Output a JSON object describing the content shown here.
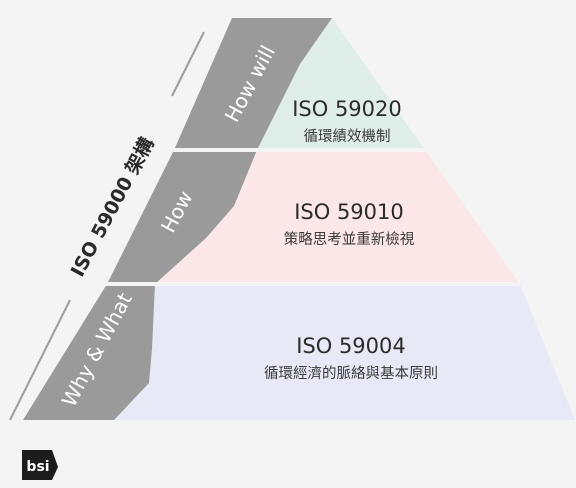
{
  "framework_label": "ISO 59000 架構",
  "tiers": [
    {
      "title": "ISO 59020",
      "subtitle": "循環績效機制",
      "color": "#dfeee9",
      "band_label": "How will"
    },
    {
      "title": "ISO 59010",
      "subtitle": "策略思考並重新檢視",
      "color": "#fbe7e7",
      "band_label": "How"
    },
    {
      "title": "ISO 59004",
      "subtitle": "循環經濟的脈絡與基本原則",
      "color": "#e8e9f6",
      "band_label": "Why & What"
    }
  ],
  "band_color": "#9a9a9a",
  "logo": {
    "text": "bsi",
    "color": "#1c1c1c"
  }
}
